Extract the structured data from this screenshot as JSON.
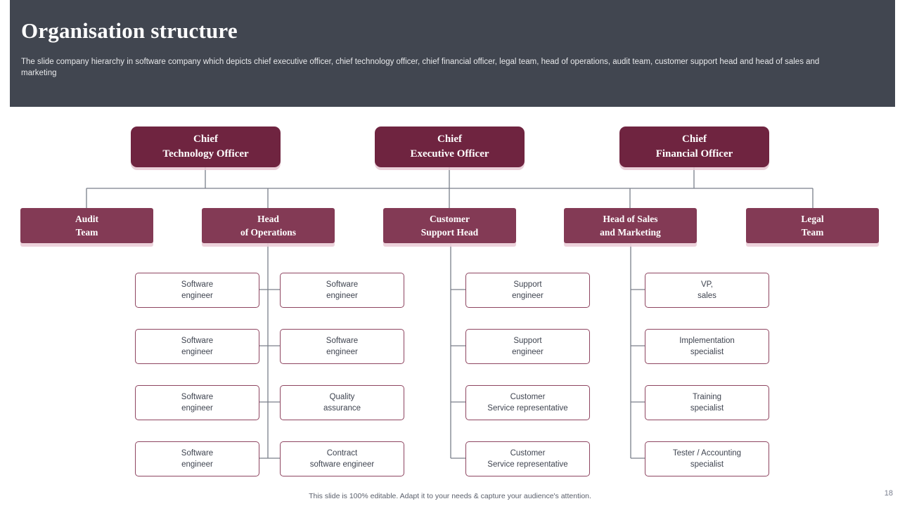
{
  "header": {
    "title": "Organisation structure",
    "subtitle": "The slide company hierarchy in software company which depicts chief executive officer, chief technology officer, chief financial officer, legal team, head of operations, audit team, customer support head and head of sales and marketing"
  },
  "colors": {
    "header_bg": "#414650",
    "exec_box": "#6f2440",
    "manager_box": "#833a55",
    "leaf_border": "#8e4560",
    "leaf_text": "#3f4450",
    "line": "#7a7f8a"
  },
  "executives": [
    {
      "label": "Chief\nTechnology Officer"
    },
    {
      "label": "Chief\nExecutive Officer"
    },
    {
      "label": "Chief\nFinancial Officer"
    }
  ],
  "managers": [
    {
      "label": "Audit\nTeam"
    },
    {
      "label": "Head\nof Operations"
    },
    {
      "label": "Customer\nSupport  Head"
    },
    {
      "label": "Head of Sales\nand  Marketing"
    },
    {
      "label": "Legal\nTeam"
    }
  ],
  "leaves": {
    "operations_left": [
      {
        "label": "Software\nengineer"
      },
      {
        "label": "Software\nengineer"
      },
      {
        "label": "Software\nengineer"
      },
      {
        "label": "Software\nengineer"
      }
    ],
    "operations_right": [
      {
        "label": "Software\nengineer"
      },
      {
        "label": "Software\nengineer"
      },
      {
        "label": "Quality\nassurance"
      },
      {
        "label": "Contract\nsoftware  engineer"
      }
    ],
    "support": [
      {
        "label": "Support\nengineer"
      },
      {
        "label": "Support\nengineer"
      },
      {
        "label": "Customer\nService  representative"
      },
      {
        "label": "Customer\nService  representative"
      }
    ],
    "sales": [
      {
        "label": "VP,\nsales"
      },
      {
        "label": "Implementation\nspecialist"
      },
      {
        "label": "Training\nspecialist"
      },
      {
        "label": "Tester / Accounting\nspecialist"
      }
    ]
  },
  "footer": {
    "note": "This slide is 100% editable. Adapt it to your needs & capture your audience's attention.",
    "page_number": "18"
  }
}
